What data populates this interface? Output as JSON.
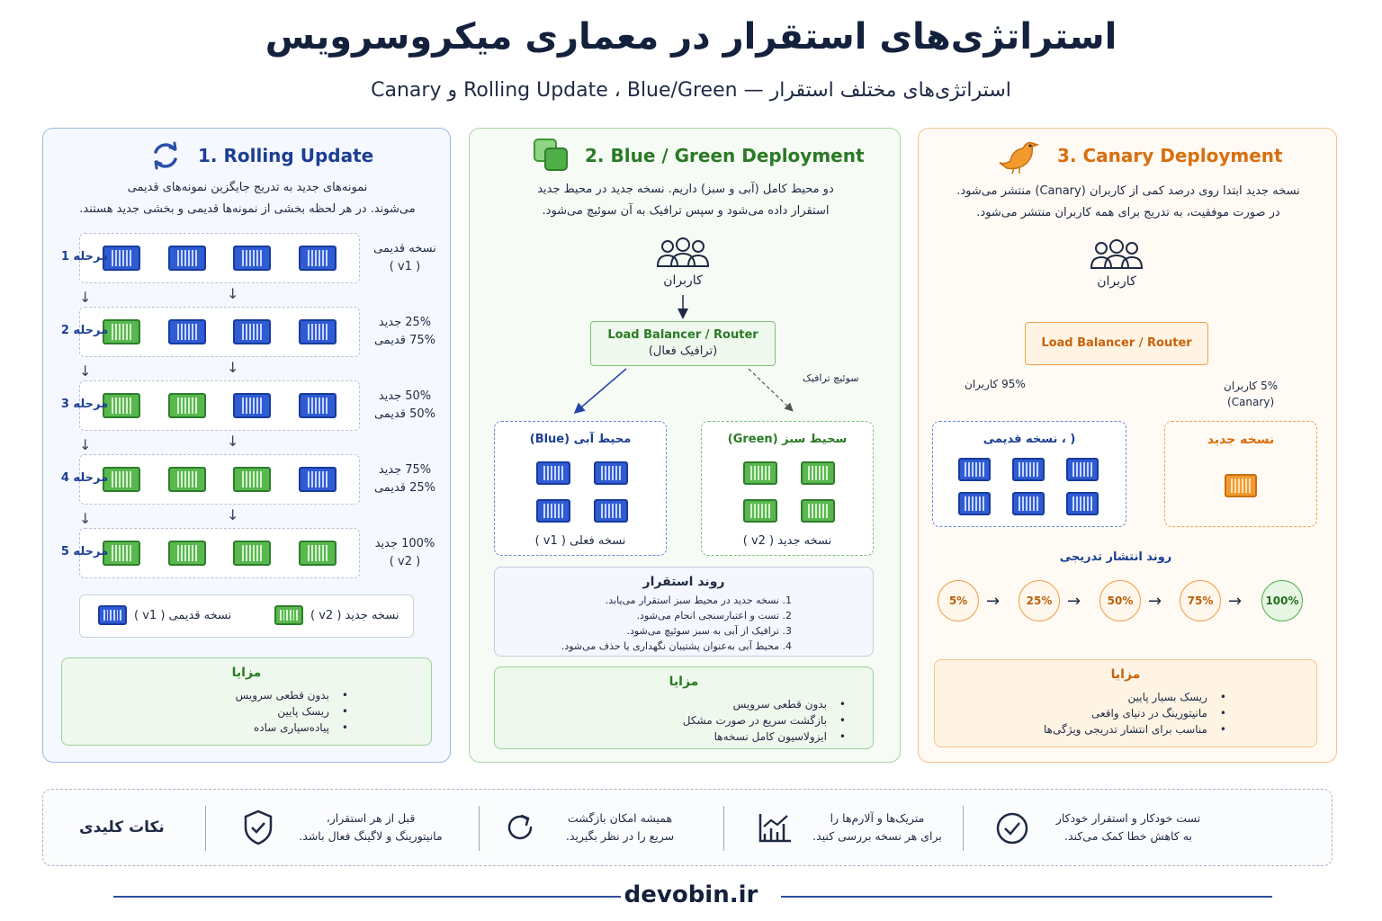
{
  "header": {
    "title": "استراتژی‌های استقرار در معماری میکروسرویس",
    "subtitle": "استراتژی‌های مختلف استقرار — Rolling Update ، Blue/Green و Canary"
  },
  "rolling": {
    "title": "1. Rolling Update",
    "desc_line1": "نمونه‌های جدید به تدریج جایگزین نمونه‌های قدیمی",
    "desc_line2": "می‌شوند. در هر لحظه بخشی از نمونه‌ها قدیمی و بخشی جدید هستند.",
    "stages": [
      {
        "label": "مرحله 1",
        "pct_line1": "نسخه قدیمی",
        "pct_line2": "( v1 )",
        "containers": [
          "blue",
          "blue",
          "blue",
          "blue"
        ]
      },
      {
        "label": "مرحله 2",
        "pct_line1": "25% جدید",
        "pct_line2": "75% قدیمی",
        "containers": [
          "green",
          "blue",
          "blue",
          "blue"
        ]
      },
      {
        "label": "مرحله 3",
        "pct_line1": "50% جدید",
        "pct_line2": "50% قدیمی",
        "containers": [
          "green",
          "green",
          "blue",
          "blue"
        ]
      },
      {
        "label": "مرحله 4",
        "pct_line1": "75% جدید",
        "pct_line2": "25% قدیمی",
        "containers": [
          "green",
          "green",
          "green",
          "blue"
        ]
      },
      {
        "label": "مرحله 5",
        "pct_line1": "100% جدید",
        "pct_line2": "( v2 )",
        "containers": [
          "green",
          "green",
          "green",
          "green"
        ]
      }
    ],
    "legend_new": "نسخه جدید ( v2 )",
    "legend_old": "نسخه قدیمی ( v1 )",
    "advantages_title": "مزایا",
    "advantages": [
      "بدون قطعی سرویس",
      "ریسک پایین",
      "پیاده‌سپاری ساده"
    ]
  },
  "bluegreen": {
    "title": "2. Blue / Green Deployment",
    "desc_line1": "دو محیط کامل (آبی و سبز) داریم. نسخه جدید در محیط جدید",
    "desc_line2": "استقرار داده  می‌شود و سپس ترافیک به آن سوئیچ می‌شود.",
    "users_label": "کاربران",
    "lb_line1": "Load Balancer / Router",
    "lb_line2": "(ترافیک فعال)",
    "switch_label": "سوئیچ ترافیک",
    "blue_env_title": "محیط آبی (Blue)",
    "blue_env_foot": "نسخه فعلی ( v1 )",
    "green_env_title": "سحیط سبز  (Green)",
    "green_env_foot": "نسخه جدید ( v2 )",
    "process_title": "روند استقرار",
    "process_steps": [
      "1. نسخه جدید در محیط سبز استقرار می‌یابد.",
      "2. تست و اعتبارسنجی انجام می‌شود.",
      "3. ترافیک از آبی به سبز سوئیچ می‌شود.",
      "4. محیط آبی به‌عنوان پشتیبان نگهداری یا حذف می‌شود."
    ],
    "advantages_title": "مزایا",
    "advantages": [
      "بدون قطعی سرویس",
      "بازگشت سریع در صورت مشکل",
      "ایزولاسیون کامل نسخه‌ها"
    ]
  },
  "canary": {
    "title": "3. Canary Deployment",
    "desc_line1": "نسخه جدید ابتدا روی درصد کمی از کاربران (Canary) منتشر می‌شود.",
    "desc_line2": "در صورت موفقیت، به تدریج برای همه کاربران منتشر می‌شود.",
    "users_label": "کاربران",
    "lb_label": "Load Balancer / Router",
    "left_split": "95% کاربران",
    "right_split_line1": "5% کاربران",
    "right_split_line2": "(Canary)",
    "old_env_title": "( ، نسخه قدیمی",
    "new_env_title": "نسخه جدید",
    "rollout_title": "روند انتشار تدریجی",
    "rollout": [
      "5%",
      "25%",
      "50%",
      "75%",
      "100%"
    ],
    "advantages_title": "مزایا",
    "advantages": [
      "ریسک بسیار پایین",
      "مانیتورینگ در دنیای واقعی",
      "مناسب برای انتشار تدریجی ویژگی‌ها"
    ]
  },
  "tips": {
    "title": "نکات کلیدی",
    "items": [
      {
        "icon": "check-circle-icon",
        "line1": "تست خودکار و استقرار خودکار",
        "line2": "به کاهش خطا کمک می‌کند."
      },
      {
        "icon": "chart-icon",
        "line1": "متریک‌ها و  آلارم‌ها را",
        "line2": "برای هر نسخه بررسی کنید."
      },
      {
        "icon": "refresh-icon",
        "line1": "همیشه امکان بازگشت",
        "line2": "سریع را در نظر بگیرید."
      },
      {
        "icon": "shield-check-icon",
        "line1": "قبل از هر استقرار،",
        "line2": "مانیتورینگ و لاگینگ فعال باشد."
      }
    ]
  },
  "footer": {
    "site": "devobin.ir"
  },
  "colors": {
    "blue": "#2f5bd3",
    "green": "#58b84e",
    "orange": "#f39a2f",
    "navy": "#13213d"
  }
}
